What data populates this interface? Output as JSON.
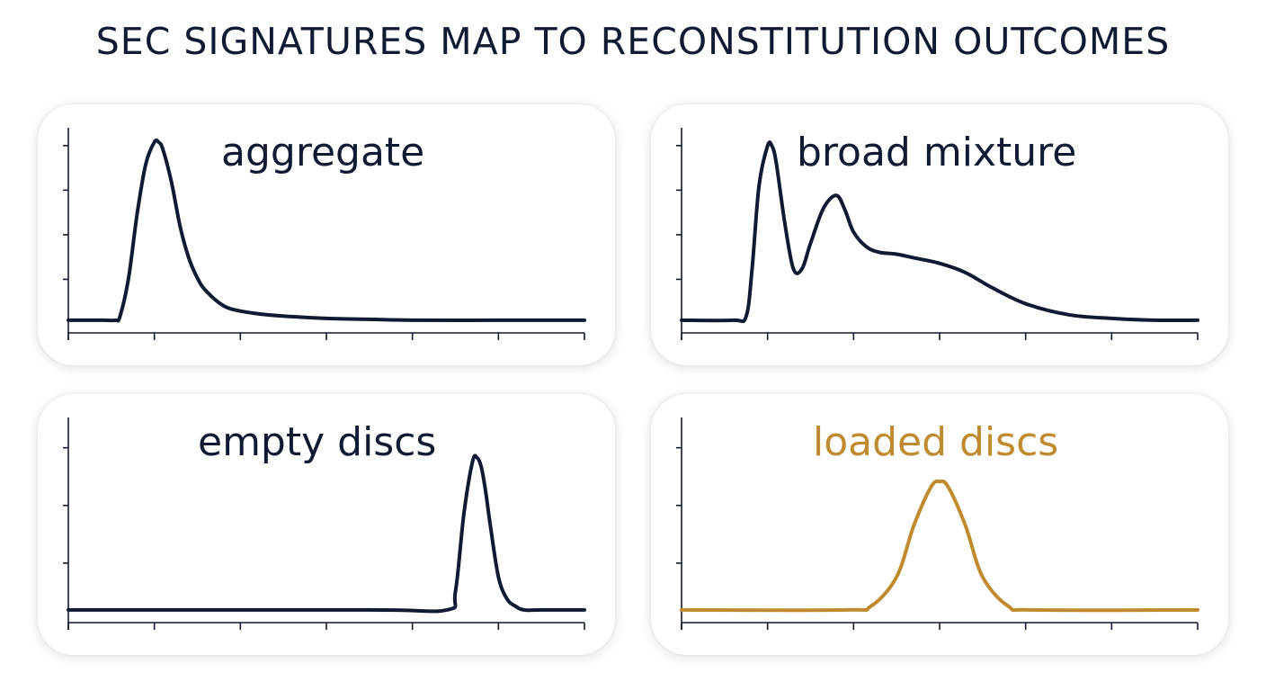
{
  "title": "SEC SIGNATURES MAP TO RECONSTITUTION OUTCOMES",
  "colors": {
    "navy": "#111a33",
    "accent": "#c08a2e",
    "panel_background": "#ffffff"
  },
  "chart_data": [
    {
      "type": "line",
      "title": "aggregate",
      "color": "#111a33",
      "xlim": [
        0,
        6
      ],
      "ylim": [
        0,
        1
      ],
      "x_ticks": 7,
      "y_ticks": 4,
      "grid": false,
      "x": [
        0,
        0.4,
        0.55,
        0.6,
        0.7,
        0.8,
        0.9,
        1.0,
        1.05,
        1.1,
        1.2,
        1.3,
        1.4,
        1.5,
        1.6,
        1.8,
        2.0,
        2.3,
        2.6,
        3.0,
        3.5,
        4.0,
        5.0,
        6.0
      ],
      "y": [
        0.02,
        0.02,
        0.02,
        0.04,
        0.25,
        0.6,
        0.87,
        0.99,
        0.99,
        0.95,
        0.77,
        0.53,
        0.36,
        0.25,
        0.18,
        0.1,
        0.07,
        0.05,
        0.04,
        0.03,
        0.025,
        0.02,
        0.02,
        0.02
      ]
    },
    {
      "type": "line",
      "title": "broad mixture",
      "color": "#111a33",
      "xlim": [
        0,
        6
      ],
      "ylim": [
        0,
        1
      ],
      "x_ticks": 7,
      "y_ticks": 4,
      "grid": false,
      "x": [
        0,
        0.6,
        0.75,
        0.82,
        0.9,
        1.0,
        1.05,
        1.1,
        1.2,
        1.3,
        1.4,
        1.5,
        1.65,
        1.8,
        1.9,
        2.0,
        2.15,
        2.3,
        2.5,
        2.7,
        3.0,
        3.3,
        3.6,
        4.0,
        4.5,
        5.0,
        5.5,
        6.0
      ],
      "y": [
        0.02,
        0.02,
        0.04,
        0.3,
        0.75,
        0.97,
        0.97,
        0.88,
        0.55,
        0.3,
        0.3,
        0.44,
        0.63,
        0.7,
        0.62,
        0.5,
        0.42,
        0.39,
        0.38,
        0.36,
        0.33,
        0.28,
        0.2,
        0.11,
        0.05,
        0.03,
        0.02,
        0.02
      ]
    },
    {
      "type": "line",
      "title": "empty discs",
      "color": "#111a33",
      "xlim": [
        0,
        6
      ],
      "ylim": [
        0,
        1
      ],
      "x_ticks": 7,
      "y_ticks": 3,
      "grid": false,
      "x": [
        0,
        3.5,
        4.4,
        4.5,
        4.6,
        4.7,
        4.75,
        4.8,
        4.85,
        4.9,
        5.0,
        5.1,
        5.2,
        5.3,
        5.5,
        6.0
      ],
      "y": [
        0.02,
        0.02,
        0.02,
        0.12,
        0.55,
        0.83,
        0.85,
        0.8,
        0.67,
        0.5,
        0.2,
        0.08,
        0.04,
        0.02,
        0.02,
        0.02
      ]
    },
    {
      "type": "line",
      "title": "loaded discs",
      "color": "#c08a2e",
      "xlim": [
        0,
        6
      ],
      "ylim": [
        0,
        1
      ],
      "x_ticks": 7,
      "y_ticks": 3,
      "grid": false,
      "x": [
        0,
        1.9,
        2.2,
        2.5,
        2.7,
        2.9,
        3.0,
        3.1,
        3.3,
        3.5,
        3.8,
        4.1,
        6.0
      ],
      "y": [
        0.02,
        0.02,
        0.04,
        0.2,
        0.48,
        0.69,
        0.72,
        0.69,
        0.48,
        0.2,
        0.04,
        0.02,
        0.02
      ]
    }
  ]
}
